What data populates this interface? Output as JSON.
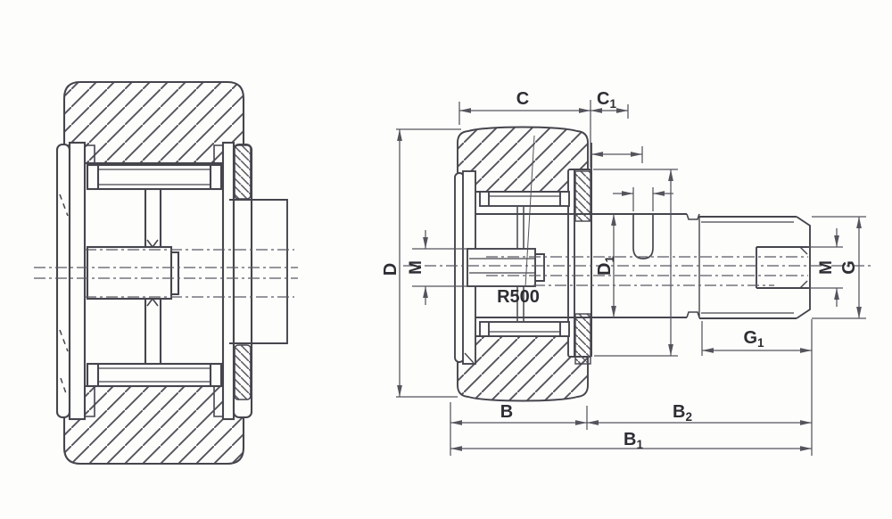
{
  "labels": {
    "c": "C",
    "c1_base": "C",
    "c1_sub": "1",
    "d": "D",
    "m_left": "M",
    "r500": "R500",
    "d1_base": "D",
    "d1_sub": "1",
    "m_right": "M",
    "g": "G",
    "g1_base": "G",
    "g1_sub": "1",
    "b": "B",
    "b2_base": "B",
    "b2_sub": "2",
    "b1_base": "B",
    "b1_sub": "1"
  },
  "colors": {
    "outline": "#45454d",
    "hatch": "#54545c",
    "dimension": "#54545c",
    "text": "#2d2d33",
    "background": "#fdfdfc"
  }
}
